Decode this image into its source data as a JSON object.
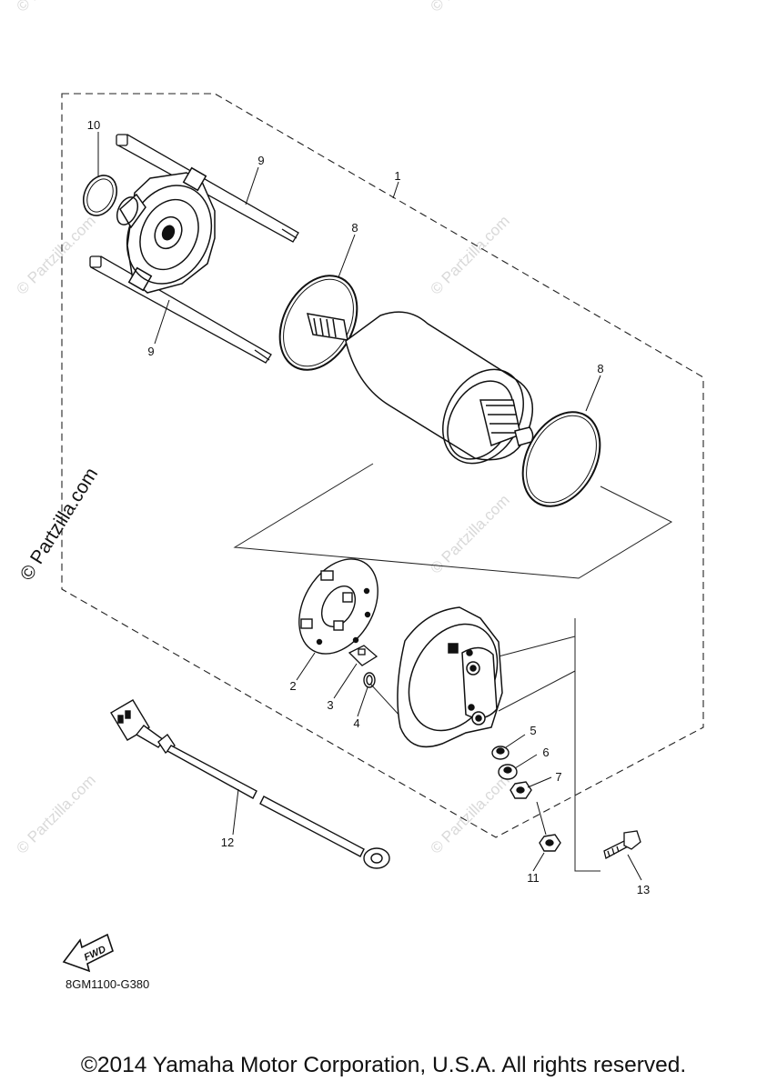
{
  "watermark": {
    "text": "© Partzilla.com"
  },
  "side_watermark": {
    "text": "© Partzilla.com"
  },
  "callouts": [
    "1",
    "2",
    "3",
    "4",
    "5",
    "6",
    "7",
    "8",
    "8",
    "9",
    "9",
    "10",
    "11",
    "12",
    "13"
  ],
  "diagram_code": "8GM1100-G380",
  "fwd_label": "FWD",
  "copyright": "©2014 Yamaha Motor Corporation, U.S.A. All rights reserved."
}
